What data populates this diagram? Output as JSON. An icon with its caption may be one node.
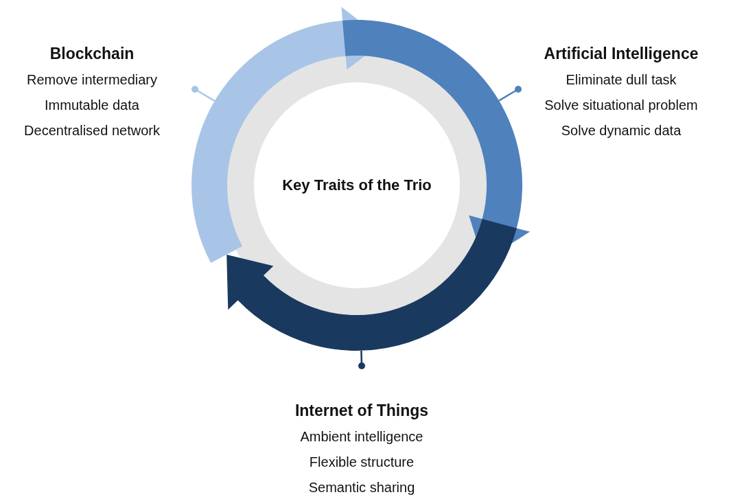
{
  "diagram": {
    "nodes": [
      {
        "text": [],
        "shape": "picture"
      },
      {
        "text": [
          "Key Traits of the Trio"
        ],
        "in": 0
      },
      {
        "text": [
          "Blockchain",
          "Remove intermediary",
          "Immutable data",
          "Decentralised network"
        ]
      },
      {
        "text": [
          "Artificial Intelligence",
          "Eliminate dull task",
          "Solve situational problem",
          "Solve dynamic data"
        ]
      },
      {
        "text": [
          "Internet of Things",
          "Ambient intelligence",
          "Flexible structure",
          "Semantic sharing"
        ]
      }
    ],
    "edges": [
      {
        "from": 2,
        "to": 0,
        "arrow": "other",
        "color": "#a8c5e8"
      },
      {
        "from": 3,
        "to": 0,
        "arrow": "other",
        "color": "#4f81bd"
      },
      {
        "from": 4,
        "to": 0,
        "arrow": "other",
        "color": "#1a395f"
      }
    ]
  }
}
